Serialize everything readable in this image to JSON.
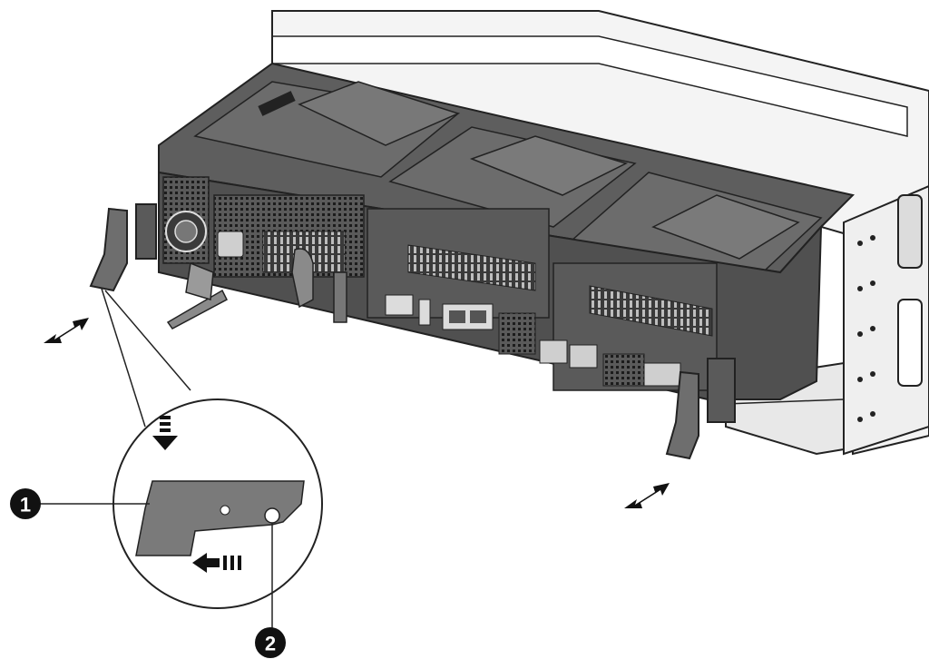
{
  "callouts": [
    {
      "number": "1",
      "target": "cam-latch"
    },
    {
      "number": "2",
      "target": "latch-pin"
    }
  ],
  "colors": {
    "background": "#ffffff",
    "outline": "#222222",
    "chassis_light": "#f2f2f2",
    "panel_dark": "#4a4a4a",
    "panel_mid": "#6a6a6a",
    "latch_fill": "#7a7a7a",
    "callout_fill": "#111111"
  },
  "icons": {
    "motion_arrow": "double-headed-arrow-icon",
    "press_arrow": "dashed-down-arrow-icon",
    "slide_arrow": "dashed-left-arrow-icon"
  }
}
